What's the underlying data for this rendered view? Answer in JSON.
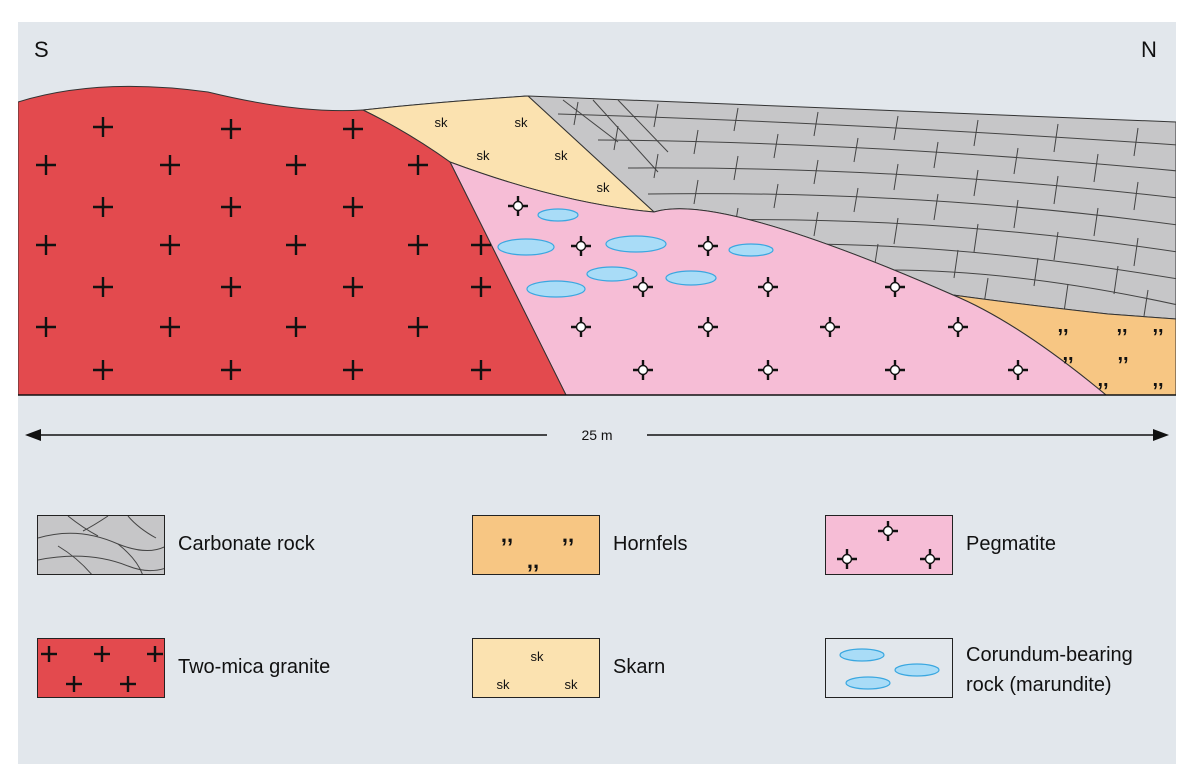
{
  "section": {
    "left_label": "S",
    "right_label": "N",
    "scale_label": "25 m",
    "skarn_mark": "sk",
    "hornfels_mark": ",,"
  },
  "legend": {
    "carbonate": "Carbonate rock",
    "hornfels": "Hornfels",
    "pegmatite": "Pegmatite",
    "granite": "Two-mica granite",
    "skarn": "Skarn",
    "corundum_line1": "Corundum-bearing",
    "corundum_line2": "rock (marundite)"
  },
  "colors": {
    "background": "#e2e7ec",
    "granite": "#e34a4e",
    "pegmatite": "#f6bdd6",
    "skarn": "#fbe2b0",
    "hornfels": "#f7c683",
    "carbonate": "#c6c6c8",
    "corundum": "#a9dcf7",
    "corundum_edge": "#3aa7e0"
  }
}
